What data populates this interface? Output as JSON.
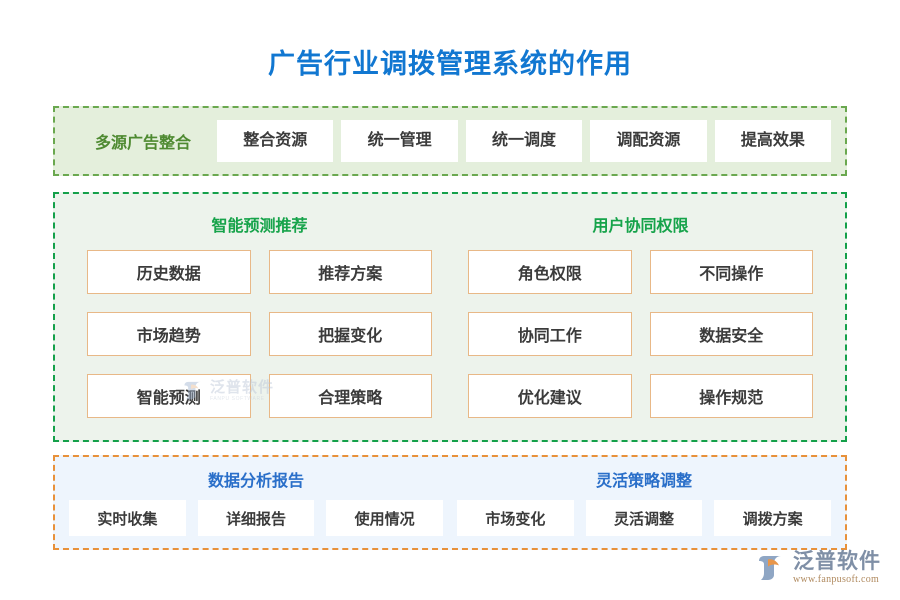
{
  "title": "广告行业调拨管理系统的作用",
  "colors": {
    "title_blue": "#1177d1",
    "section_one_border": "#6aa84f",
    "section_one_bg": "#e4efdc",
    "section_one_label": "#4e8a31",
    "section_two_border": "#14a04a",
    "section_two_bg": "#edf3ec",
    "section_two_header": "#16a34a",
    "grid_box_border": "#e8b887",
    "section_three_border": "#e8913a",
    "section_three_bg": "#eef5fd",
    "section_three_header": "#2a6fc9",
    "box_text": "#3b3b3b"
  },
  "section_one": {
    "label": "多源广告整合",
    "chips": [
      "整合资源",
      "统一管理",
      "统一调度",
      "调配资源",
      "提高效果"
    ]
  },
  "section_two": {
    "columns": [
      {
        "header": "智能预测推荐",
        "boxes": [
          "历史数据",
          "推荐方案",
          "市场趋势",
          "把握变化",
          "智能预测",
          "合理策略"
        ]
      },
      {
        "header": "用户协同权限",
        "boxes": [
          "角色权限",
          "不同操作",
          "协同工作",
          "数据安全",
          "优化建议",
          "操作规范"
        ]
      }
    ]
  },
  "section_three": {
    "columns": [
      {
        "header": "数据分析报告",
        "chips": [
          "实时收集",
          "详细报告",
          "使用情况"
        ]
      },
      {
        "header": "灵活策略调整",
        "chips": [
          "市场变化",
          "灵活调整",
          "调拨方案"
        ]
      }
    ]
  },
  "watermark": {
    "main": "泛普软件",
    "sub": "FANPU SOFTWARE"
  },
  "brand": {
    "main": "泛普软件",
    "url": "www.fanpusoft.com"
  }
}
